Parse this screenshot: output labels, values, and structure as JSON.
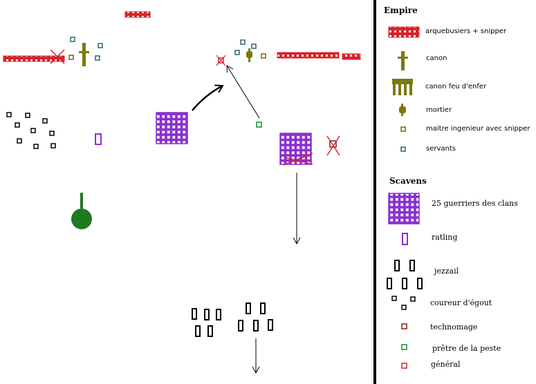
{
  "colors": {
    "empire_red": "#d8232a",
    "olive": "#7c7a10",
    "teal": "#2e6072",
    "brown": "#8a5a1a",
    "purple": "#8b2fd0",
    "green": "#1f7a1f",
    "plague_green": "#1e8a2a",
    "black": "#000000"
  },
  "legend": {
    "empire": {
      "heading": "Empire",
      "items": [
        {
          "icon": "arquebusier-block-icon",
          "label": "arquebusiers + snipper"
        },
        {
          "icon": "canon-icon",
          "label": "canon"
        },
        {
          "icon": "hellfire-cannon-icon",
          "label": "canon feu d'enfer"
        },
        {
          "icon": "mortar-icon",
          "label": "mortier"
        },
        {
          "icon": "engineer-square-icon",
          "label": "maitre ingenieur avec snipper"
        },
        {
          "icon": "crew-square-icon",
          "label": "servants"
        }
      ]
    },
    "scavens": {
      "heading": "Scavens",
      "items": [
        {
          "icon": "clanrat-block-icon",
          "label": "25 guerriers des clans"
        },
        {
          "icon": "ratling-icon",
          "label": "ratling"
        },
        {
          "icon": "jezzail-icon",
          "label": "jezzail"
        },
        {
          "icon": "gutter-runner-icon",
          "label": "coureur d'égout"
        },
        {
          "icon": "warlock-square-icon",
          "label": "technomage"
        },
        {
          "icon": "plague-priest-square-icon",
          "label": "prêtre de la peste"
        },
        {
          "icon": "general-square-icon",
          "label": "général"
        }
      ]
    }
  }
}
